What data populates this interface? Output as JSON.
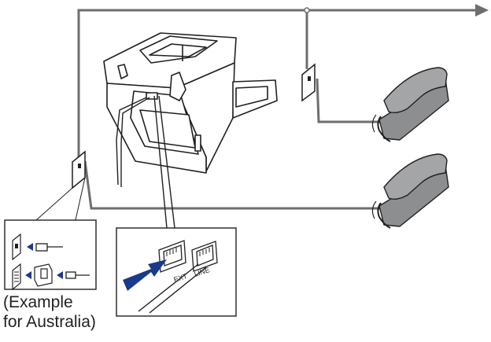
{
  "caption": {
    "line1": "(Example",
    "line2": "for Australia)"
  },
  "port_labels": {
    "ext": "EXT",
    "line": "LINE"
  },
  "icons": [
    "fax-machine-icon",
    "wall-socket-icon",
    "telephone-handset-icon",
    "arrow-icon",
    "plug-icon",
    "adapter-icon"
  ],
  "colors": {
    "line": "#6d6e70",
    "outline": "#231f20",
    "phone": "#8c8e90",
    "machine": "#ffffff",
    "arrow": "#1a3a8c"
  }
}
